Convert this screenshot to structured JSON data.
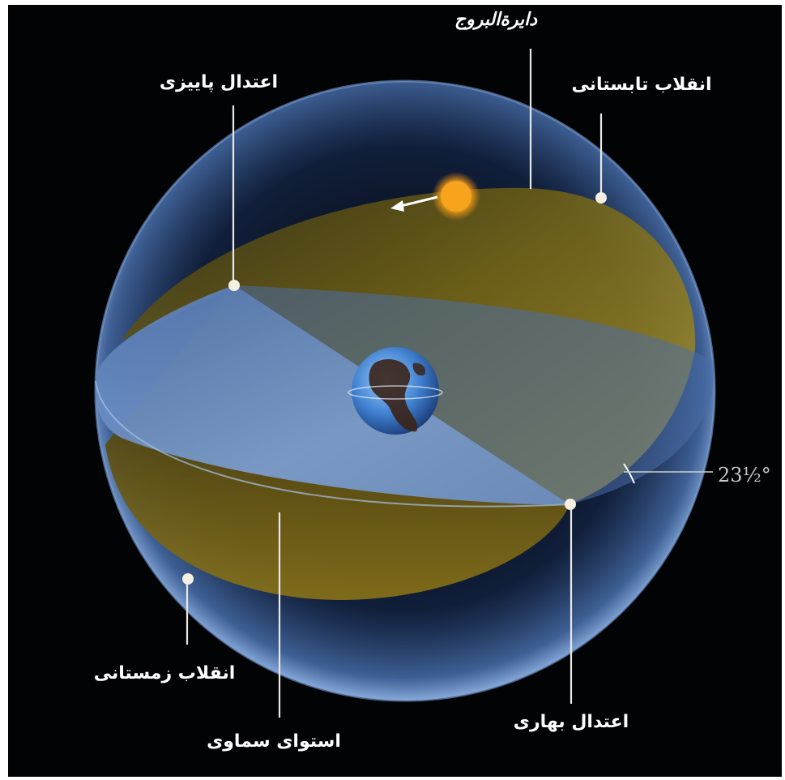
{
  "labels": {
    "ecliptic": "دایرةالبروج",
    "autumnal_equinox": "اعتدال پاییزی",
    "summer_solstice": "انقلاب تابستانی",
    "winter_solstice": "انقلاب زمستانی",
    "celestial_equator": "استوای سماوی",
    "vernal_equinox": "اعتدال بهاری",
    "tilt_angle": "23½°"
  },
  "colors": {
    "background": "#020304",
    "celestial_sphere": "#5a86c4",
    "equator_plane": "#6f94c8",
    "ecliptic_plane": "#a88a1c",
    "sun": "#f5a21a",
    "earth_ocean": "#3f7fcf",
    "earth_land": "#3a2418",
    "marker": "#f4efe2",
    "label_text": "#ffffff"
  },
  "icons": {
    "sun": "sun-icon",
    "earth": "earth-globe-icon",
    "arrow": "motion-arrow-icon"
  }
}
